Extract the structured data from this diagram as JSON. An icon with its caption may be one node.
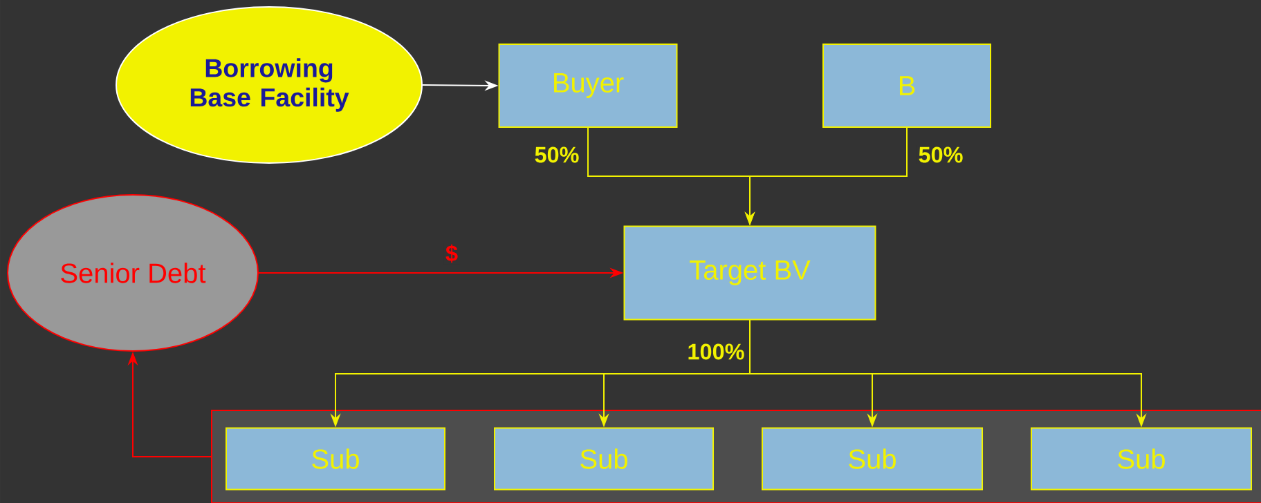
{
  "diagram": {
    "nodes": [
      {
        "text": [
          "Borrowing Base Facility"
        ]
      },
      {
        "text": [
          "Buyer"
        ]
      },
      {
        "text": [
          "B"
        ]
      },
      {
        "text": [
          "Senior Debt"
        ]
      },
      {
        "text": [
          "Target BV"
        ]
      },
      {
        "text": [],
        "shape": "box"
      },
      {
        "text": [
          "Sub"
        ],
        "in": 5
      },
      {
        "text": [
          "Sub"
        ],
        "in": 5
      },
      {
        "text": [
          "Sub"
        ],
        "in": 5
      },
      {
        "text": [
          "Sub"
        ],
        "in": 5
      }
    ],
    "edges": [
      {
        "from": 0,
        "to": 1,
        "arrow": "to",
        "color": "#ffffff"
      },
      {
        "from": 1,
        "to": 4,
        "arrow": "to",
        "label": "50%"
      },
      {
        "from": 2,
        "to": 4,
        "arrow": "to",
        "label": "50%"
      },
      {
        "from": 3,
        "to": 4,
        "arrow": "to",
        "label": "$",
        "color": "#ff0000"
      },
      {
        "from": 4,
        "to": 6,
        "arrow": "to",
        "label": "100%"
      },
      {
        "from": 4,
        "to": 7,
        "arrow": "to"
      },
      {
        "from": 4,
        "to": 8,
        "arrow": "to"
      },
      {
        "from": 4,
        "to": 9,
        "arrow": "to"
      },
      {
        "from": 5,
        "to": 3,
        "arrow": "to",
        "color": "#ff0000"
      }
    ]
  }
}
